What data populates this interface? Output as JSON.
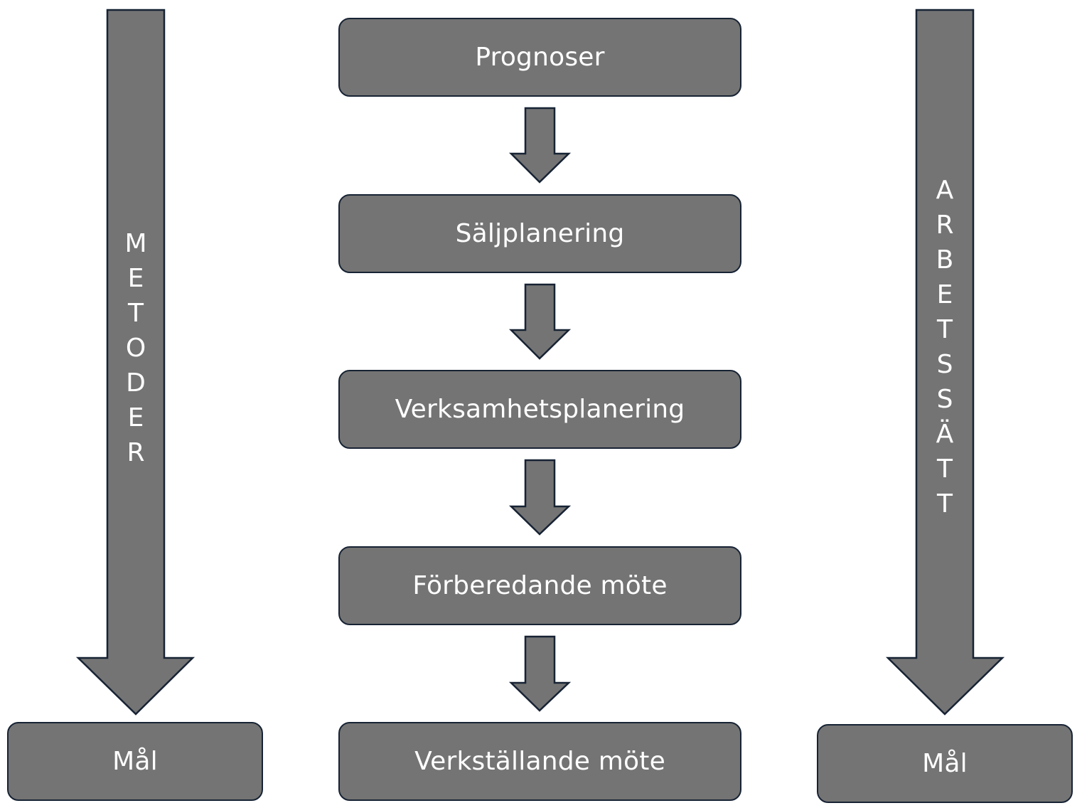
{
  "left_column": {
    "arrow_label": "M\nE\nT\nO\nD\nE\nR",
    "goal_box": "Mål"
  },
  "right_column": {
    "arrow_label": "A\nR\nB\nE\nT\nS\nS\nÄ\nT\nT",
    "goal_box": "Mål"
  },
  "flow": [
    {
      "label": "Prognoser"
    },
    {
      "label": "Säljplanering"
    },
    {
      "label": "Verksamhetsplanering"
    },
    {
      "label": "Förberedande möte"
    },
    {
      "label": "Verkställande möte"
    }
  ],
  "colors": {
    "fill": "#747474",
    "stroke": "#172334",
    "text": "#ffffff",
    "background": "#ffffff"
  }
}
